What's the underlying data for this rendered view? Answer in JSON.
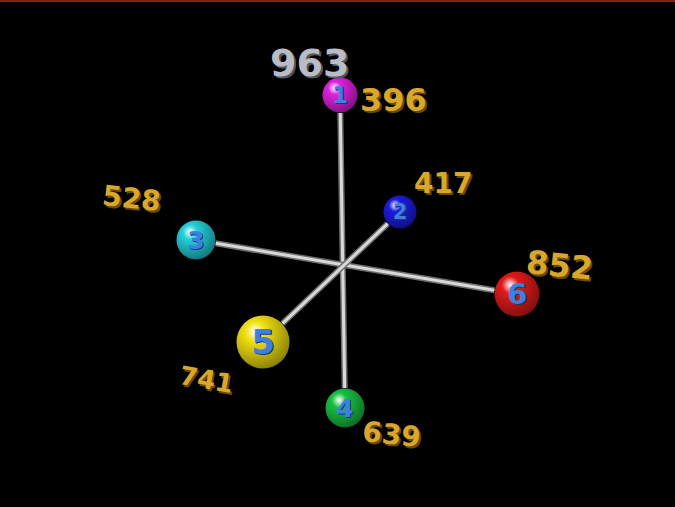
{
  "diagram": {
    "nodes": [
      {
        "text": [
          "1",
          "396"
        ]
      },
      {
        "text": [
          "2",
          "417"
        ]
      },
      {
        "text": [
          "3",
          "528"
        ]
      },
      {
        "text": [
          "6",
          "852"
        ]
      },
      {
        "text": [
          "5",
          "741"
        ]
      },
      {
        "text": [
          "4",
          "639"
        ]
      }
    ],
    "edges": [
      {
        "from": 0,
        "to": 5,
        "arrow": "none"
      },
      {
        "from": 2,
        "to": 3,
        "arrow": "none"
      },
      {
        "from": 1,
        "to": 4,
        "arrow": "none"
      }
    ],
    "labels": [
      "963"
    ]
  }
}
